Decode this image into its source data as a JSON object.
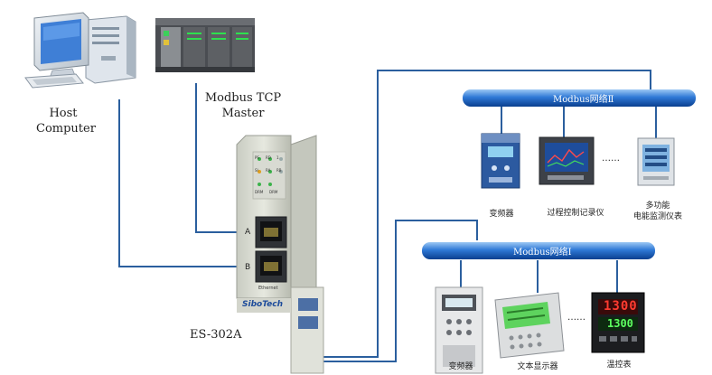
{
  "host": {
    "label_line1": "Host",
    "label_line2": "Computer"
  },
  "plc": {
    "label_line1": "Modbus TCP",
    "label_line2": "Master"
  },
  "gateway": {
    "model": "ES-302A",
    "brand": "SiboTech",
    "port_a": "A",
    "port_b": "B",
    "led_labels": [
      "PS",
      "RD",
      "SI",
      "RA",
      "RB",
      "1",
      "DRM",
      "DRM"
    ],
    "ethernet_label": "Ethernet"
  },
  "bus2": {
    "label": "Modbus网络Ⅱ",
    "devices": [
      {
        "label": "变频器"
      },
      {
        "label": "过程控制记录仪"
      },
      {
        "label_line1": "多功能",
        "label_line2": "电能监测仪表"
      }
    ],
    "ellipsis": "……"
  },
  "bus1": {
    "label": "Modbus网络Ⅰ",
    "devices": [
      {
        "label": "变频器"
      },
      {
        "label": "文本显示器"
      },
      {
        "label": "温控表",
        "display_top": "1300",
        "display_bottom": "1300"
      }
    ],
    "ellipsis": "……"
  },
  "colors": {
    "wire": "#2b5f9e",
    "bus_dark": "#0a3f8f",
    "bus_light": "#4a8fe0"
  }
}
